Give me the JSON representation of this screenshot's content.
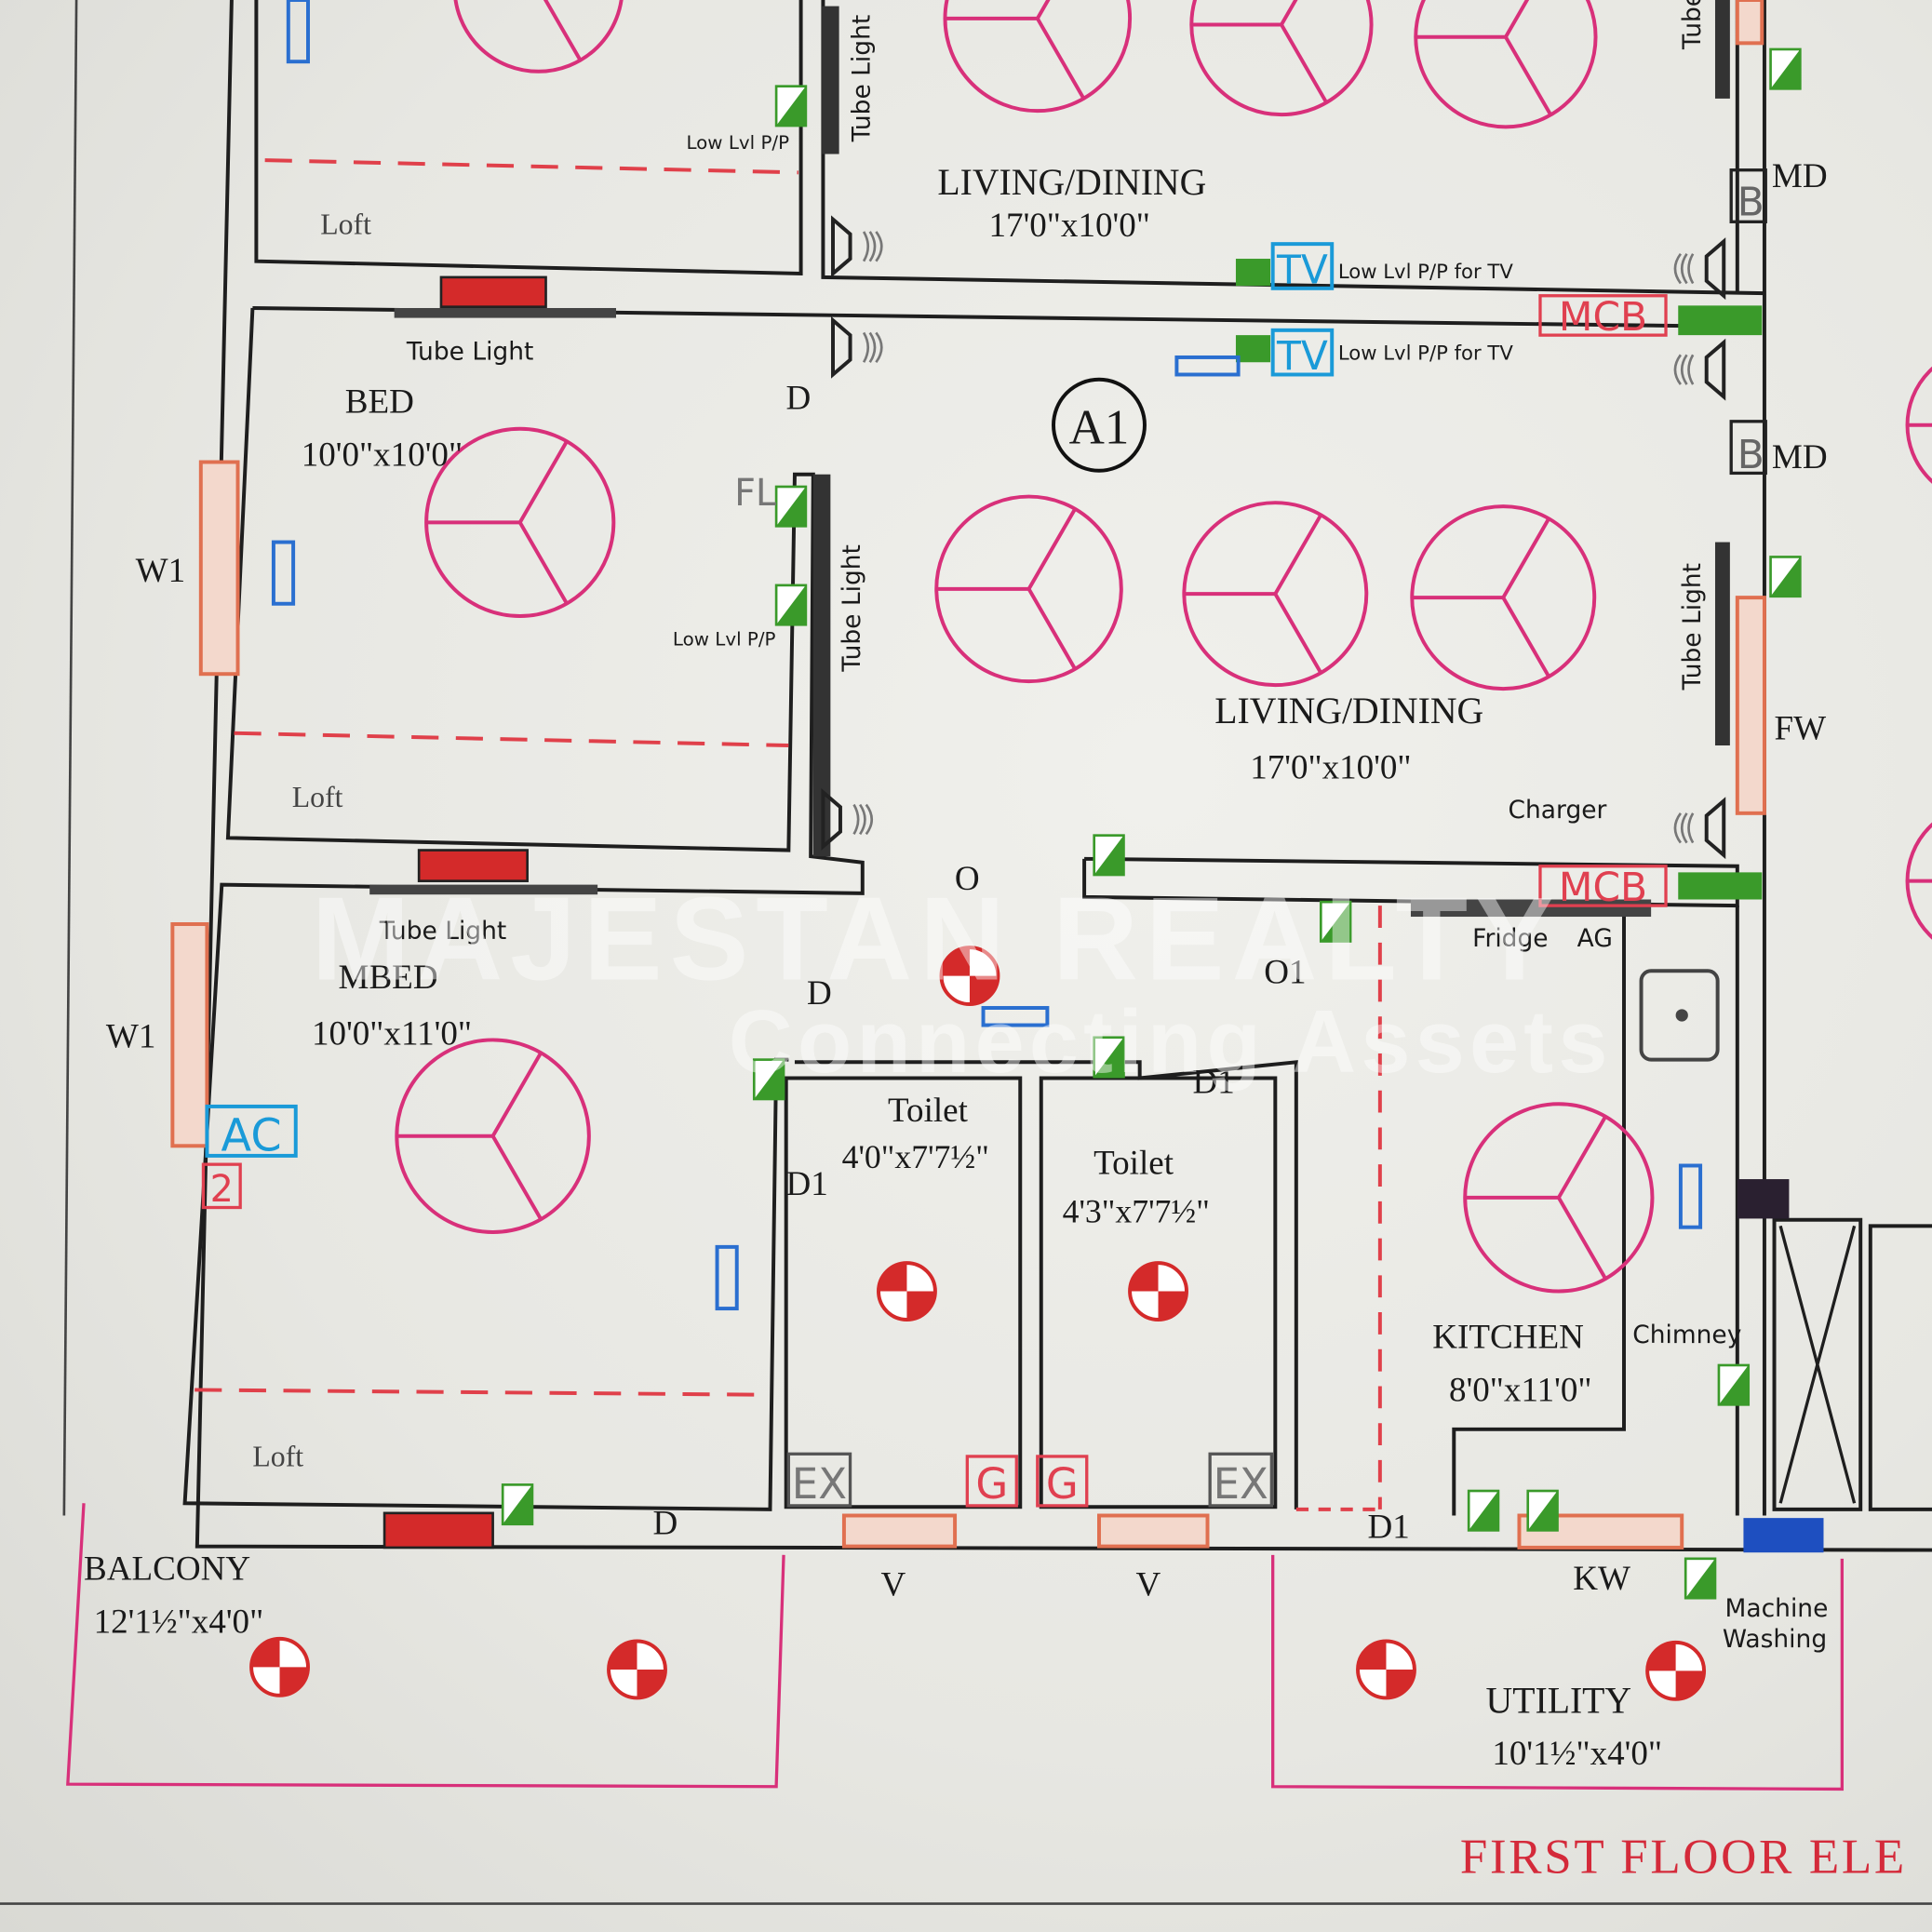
{
  "title": "FIRST FLOOR ELE",
  "watermark": {
    "line1": "MAJESTAN REALTY",
    "line2": "Connecting Assets"
  },
  "rooms": {
    "bed": {
      "name": "BED",
      "size": "10'0\"x10'0\""
    },
    "mbed": {
      "name": "MBED",
      "size": "10'0\"x11'0\""
    },
    "living_top": {
      "name": "LIVING/DINING",
      "size": "17'0\"x10'0\""
    },
    "living_main": {
      "name": "LIVING/DINING",
      "size": "17'0\"x10'0\""
    },
    "toilet1": {
      "name": "Toilet",
      "size": "4'0\"x7'7½\""
    },
    "toilet2": {
      "name": "Toilet",
      "size": "4'3\"x7'7½\""
    },
    "kitchen": {
      "name": "KITCHEN",
      "size": "8'0\"x11'0\""
    },
    "balcony": {
      "name": "BALCONY",
      "size": "12'1½\"x4'0\""
    },
    "utility": {
      "name": "UTILITY",
      "size": "10'1½\"x4'0\""
    }
  },
  "labels": {
    "loft": "Loft",
    "tube_light": "Tube Light",
    "tube_short": "Tube",
    "low_pp": "Low Lvl P/P",
    "low_pp_tv": "Low Lvl P/P for TV",
    "tv": "TV",
    "mcb": "MCB",
    "md": "MD",
    "b": "B",
    "a1": "A1",
    "d": "D",
    "d1": "D1",
    "o": "O",
    "o1": "O1",
    "w1": "W1",
    "fw": "FW",
    "fl": "FL",
    "v": "V",
    "kw": "KW",
    "ac": "AC",
    "two": "2",
    "ex": "EX",
    "g": "G",
    "charger": "Charger",
    "fridge": "Fridge",
    "ag": "AG",
    "chimney": "Chimney",
    "machine": "Machine",
    "washing": "Washing"
  },
  "colors": {
    "wall": "#1e1e1e",
    "fan": "#d8307a",
    "switch": "#3a9a2a",
    "window": "#e88a70",
    "door": "#d42a2a",
    "socket_blue": "#2a6fd0"
  }
}
